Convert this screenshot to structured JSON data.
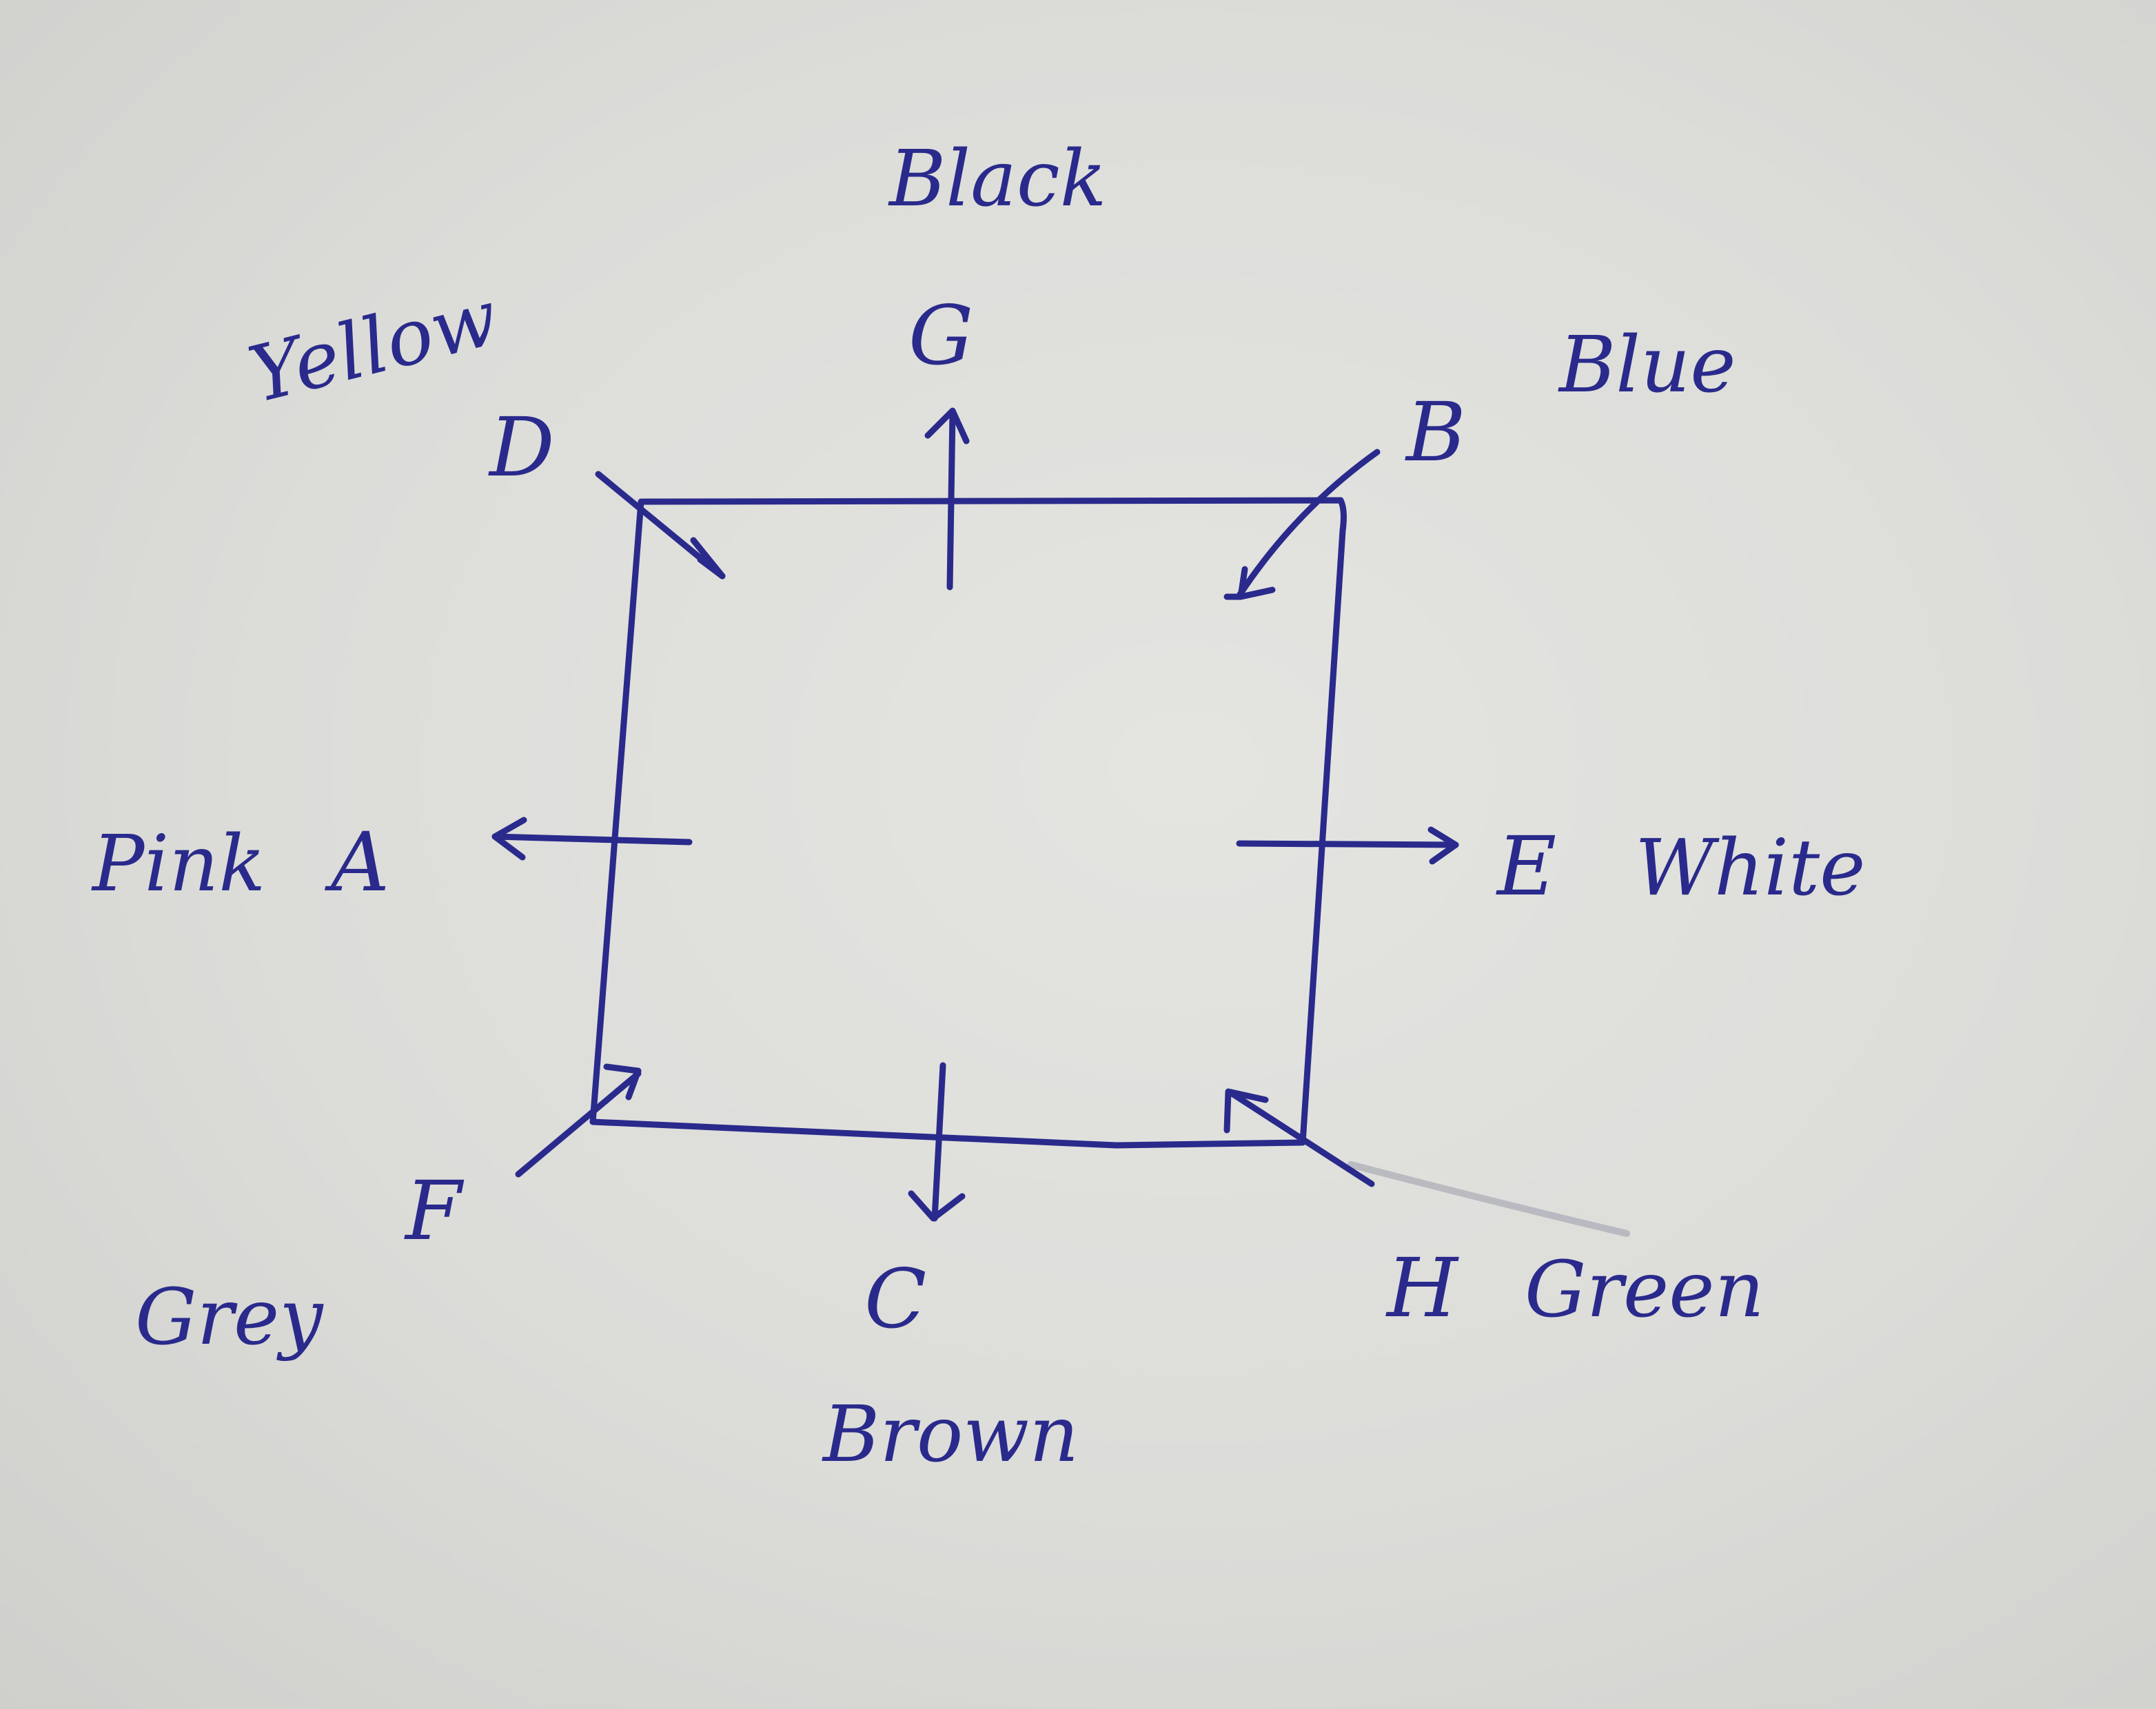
{
  "diagram": {
    "labels": [
      {
        "id": "g",
        "letter": "G",
        "color": "Black"
      },
      {
        "id": "b",
        "letter": "B",
        "color": "Blue"
      },
      {
        "id": "e",
        "letter": "E",
        "color": "White"
      },
      {
        "id": "h",
        "letter": "H",
        "color": "Green"
      },
      {
        "id": "c",
        "letter": "C",
        "color": "Brown"
      },
      {
        "id": "f",
        "letter": "F",
        "color": "Grey"
      },
      {
        "id": "a",
        "letter": "A",
        "color": "Pink"
      },
      {
        "id": "d",
        "letter": "D",
        "color": "Yellow"
      }
    ],
    "ink_color": "#2a2a8c",
    "paper_color": "#dcdcd9"
  }
}
